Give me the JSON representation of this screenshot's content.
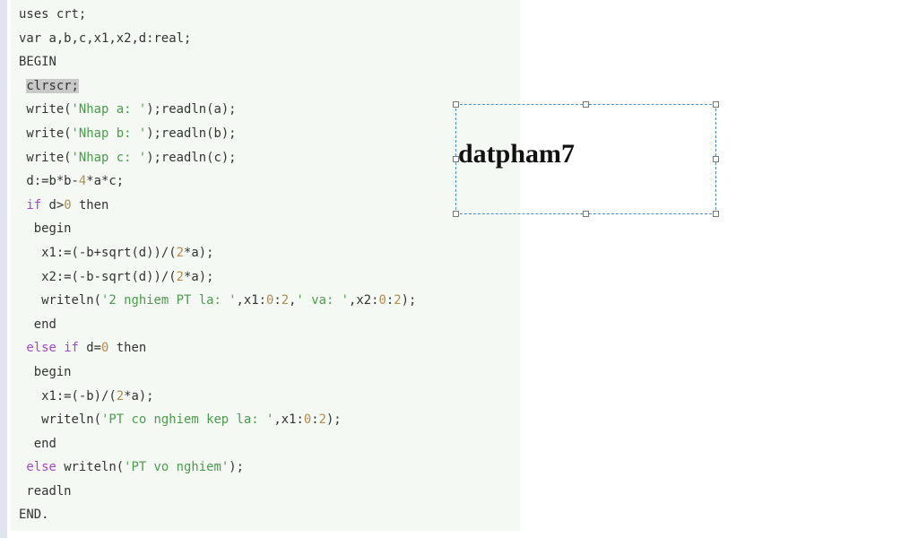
{
  "code": {
    "lines": [
      [
        [
          "p",
          "uses crt;"
        ]
      ],
      [
        [
          "p",
          "var a,b,c,x1,x2,d:real;"
        ]
      ],
      [
        [
          "p",
          "BEGIN"
        ]
      ],
      [
        [
          "p",
          " "
        ],
        [
          "hl",
          "clrscr;"
        ]
      ],
      [
        [
          "p",
          " write("
        ],
        [
          "str",
          "'Nhap a: '"
        ],
        [
          "p",
          ");readln(a);"
        ]
      ],
      [
        [
          "p",
          " write("
        ],
        [
          "str",
          "'Nhap b: '"
        ],
        [
          "p",
          ");readln(b);"
        ]
      ],
      [
        [
          "p",
          " write("
        ],
        [
          "str",
          "'Nhap c: '"
        ],
        [
          "p",
          ");readln(c);"
        ]
      ],
      [
        [
          "p",
          " d:=b*b-"
        ],
        [
          "num",
          "4"
        ],
        [
          "p",
          "*a*c;"
        ]
      ],
      [
        [
          "p",
          " "
        ],
        [
          "kw",
          "if"
        ],
        [
          "p",
          " d>"
        ],
        [
          "num",
          "0"
        ],
        [
          "p",
          " then"
        ]
      ],
      [
        [
          "p",
          "  begin"
        ]
      ],
      [
        [
          "p",
          "   x1:=(-b+sqrt(d))/("
        ],
        [
          "num",
          "2"
        ],
        [
          "p",
          "*a);"
        ]
      ],
      [
        [
          "p",
          "   x2:=(-b-sqrt(d))/("
        ],
        [
          "num",
          "2"
        ],
        [
          "p",
          "*a);"
        ]
      ],
      [
        [
          "p",
          "   writeln("
        ],
        [
          "str",
          "'2 nghiem PT la: '"
        ],
        [
          "p",
          ",x1:"
        ],
        [
          "num",
          "0"
        ],
        [
          "p",
          ":"
        ],
        [
          "num",
          "2"
        ],
        [
          "p",
          ","
        ],
        [
          "str",
          "' va: '"
        ],
        [
          "p",
          ",x2:"
        ],
        [
          "num",
          "0"
        ],
        [
          "p",
          ":"
        ],
        [
          "num",
          "2"
        ],
        [
          "p",
          ");"
        ]
      ],
      [
        [
          "p",
          "  end"
        ]
      ],
      [
        [
          "p",
          " "
        ],
        [
          "kw",
          "else if"
        ],
        [
          "p",
          " d="
        ],
        [
          "num",
          "0"
        ],
        [
          "p",
          " then"
        ]
      ],
      [
        [
          "p",
          "  begin"
        ]
      ],
      [
        [
          "p",
          "   x1:=(-b)/("
        ],
        [
          "num",
          "2"
        ],
        [
          "p",
          "*a);"
        ]
      ],
      [
        [
          "p",
          "   writeln("
        ],
        [
          "str",
          "'PT co nghiem kep la: '"
        ],
        [
          "p",
          ",x1:"
        ],
        [
          "num",
          "0"
        ],
        [
          "p",
          ":"
        ],
        [
          "num",
          "2"
        ],
        [
          "p",
          ");"
        ]
      ],
      [
        [
          "p",
          "  end"
        ]
      ],
      [
        [
          "p",
          " "
        ],
        [
          "kw",
          "else"
        ],
        [
          "p",
          " writeln("
        ],
        [
          "str",
          "'PT vo nghiem'"
        ],
        [
          "p",
          ");"
        ]
      ],
      [
        [
          "p",
          " readln"
        ]
      ],
      [
        [
          "p",
          "END."
        ]
      ]
    ]
  },
  "textbox": {
    "text": "datpham7"
  },
  "colors": {
    "keyword": "#a347c9",
    "string": "#4c9a4c",
    "number": "#b58a4a",
    "code_bg": "#f4f9f4",
    "selection_border": "#4a8ed0"
  }
}
